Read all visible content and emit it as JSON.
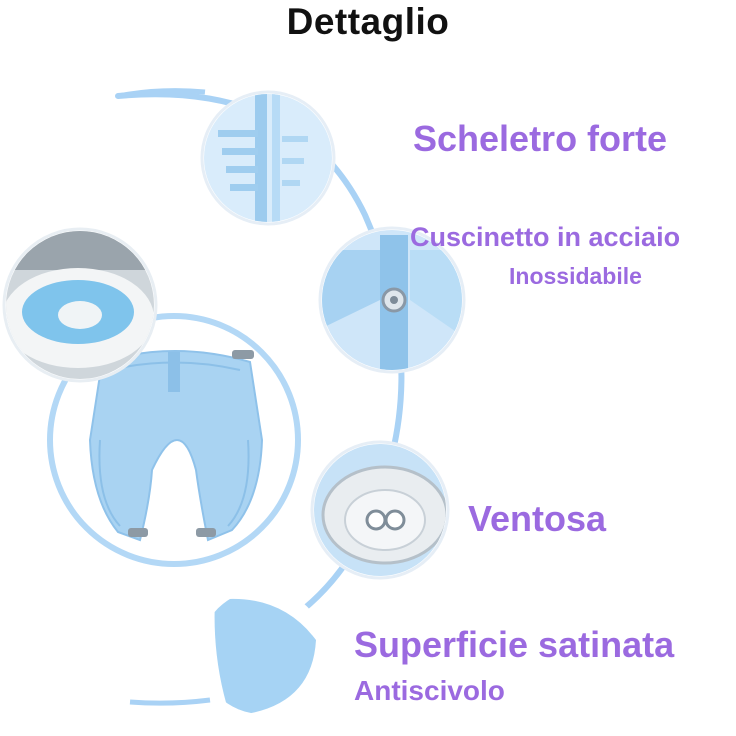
{
  "title": "Dettaglio",
  "features": [
    {
      "label": "Scheletro forte",
      "sublabel": "",
      "icon": "skeleton-detail-photo"
    },
    {
      "label": "Cuscinetto in acciaio",
      "sublabel": "Inossidabile",
      "icon": "steel-bearing-detail-photo"
    },
    {
      "label": "Ventosa",
      "sublabel": "",
      "icon": "suction-cup-detail-photo"
    },
    {
      "label": "Superficie satinata",
      "sublabel": "Antiscivolo",
      "icon": "matte-surface-detail-photo"
    }
  ],
  "colors": {
    "label": "#9b6ae0",
    "title": "#111111",
    "product_blue": "#a9d3f2",
    "arc_blue": "#a9d2f5"
  }
}
